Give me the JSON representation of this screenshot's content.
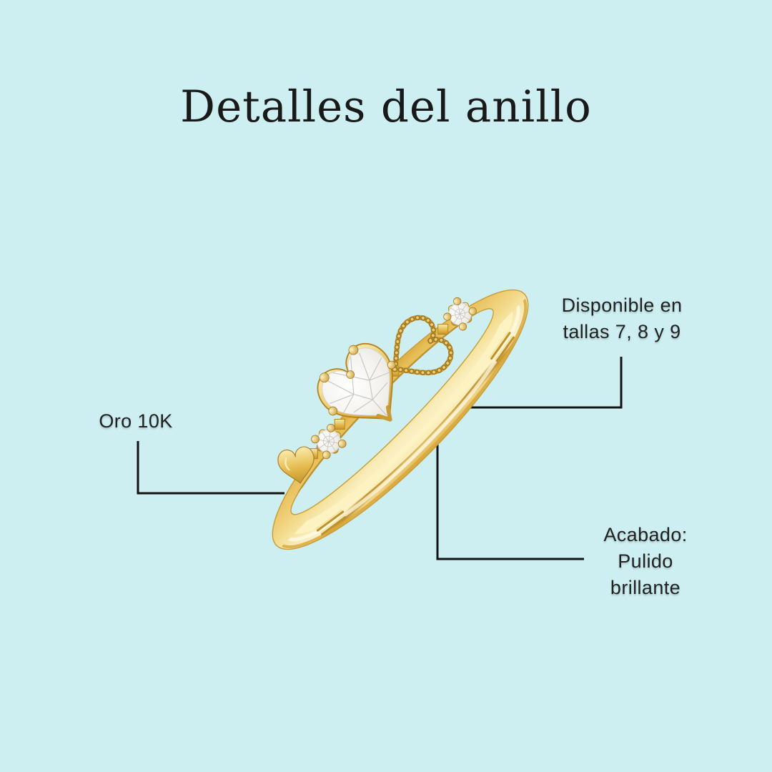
{
  "title": "Detalles del anillo",
  "callouts": {
    "sizes": {
      "text": "Disponible en\ntallas 7, 8 y 9"
    },
    "material": {
      "text": "Oro 10K"
    },
    "finish": {
      "text": "Acabado:\nPulido\nbrillante"
    }
  },
  "theme": {
    "bg": "#cdeff1",
    "title-ink": "#191919",
    "label-ink": "#212121",
    "line-ink": "#121212",
    "gold": "#e8c15c",
    "gold-deep": "#b8872a",
    "gold-light": "#fbf1c6",
    "diamond": "#f3f2ee"
  }
}
